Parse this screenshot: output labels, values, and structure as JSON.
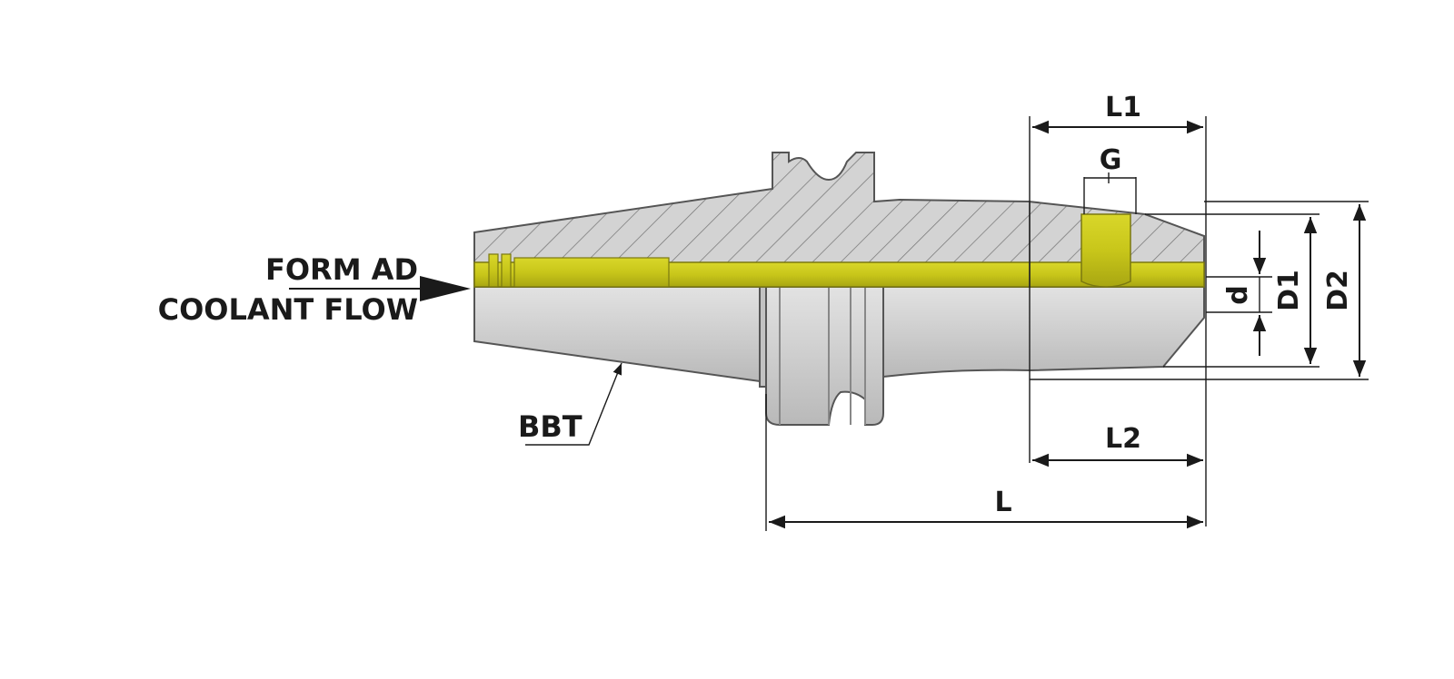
{
  "colors": {
    "body": "#cfcfcf",
    "section": "#d3d3d3",
    "coolant": "#c8c61a",
    "line": "#1a1a1a"
  },
  "labels": {
    "form_ad_line1": "FORM AD",
    "form_ad_line2": "COOLANT FLOW",
    "bbt": "BBT"
  },
  "dimensions": {
    "L1": "L1",
    "L2": "L2",
    "L": "L",
    "G": "G",
    "d": "d",
    "D1": "D1",
    "D2": "D2"
  }
}
